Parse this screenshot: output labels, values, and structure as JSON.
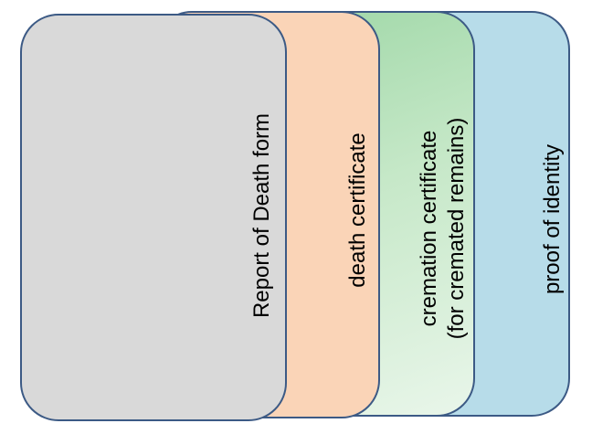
{
  "cards": {
    "report": {
      "label": "Report of Death form",
      "color": "#d9d9d9"
    },
    "death": {
      "label": "death certificate",
      "color": "#fad4b7"
    },
    "cremation": {
      "line1": "cremation certificate",
      "line2": "(for cremated remains)",
      "color": "#c6e8c8"
    },
    "identity": {
      "label": "proof of identity",
      "color": "#b7dce9"
    },
    "border_color": "#3c5a85"
  }
}
